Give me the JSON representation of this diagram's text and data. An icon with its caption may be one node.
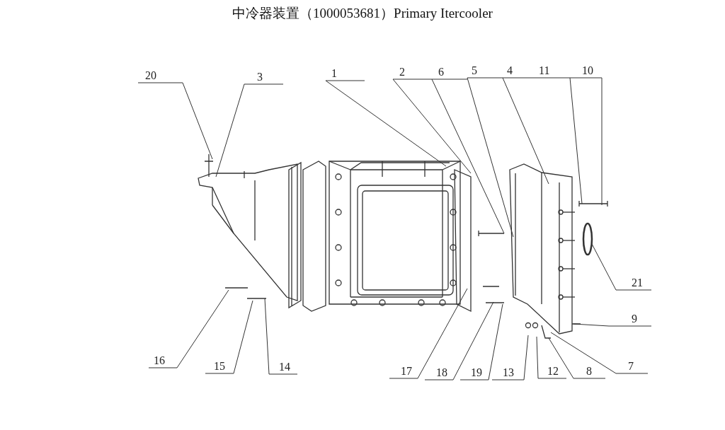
{
  "diagram": {
    "title": "中冷器装置（1000053681）Primary Itercooler",
    "nodes": [
      {
        "text": [
          "20"
        ]
      },
      {
        "text": [
          "3"
        ]
      },
      {
        "text": [
          "1"
        ]
      },
      {
        "text": [
          "2"
        ]
      },
      {
        "text": [
          "6"
        ]
      },
      {
        "text": [
          "5"
        ]
      },
      {
        "text": [
          "4"
        ]
      },
      {
        "text": [
          "11"
        ]
      },
      {
        "text": [
          "10"
        ]
      },
      {
        "text": [
          "21"
        ]
      },
      {
        "text": [
          "9"
        ]
      },
      {
        "text": [
          "16"
        ]
      },
      {
        "text": [
          "15"
        ]
      },
      {
        "text": [
          "14"
        ]
      },
      {
        "text": [
          "17"
        ]
      },
      {
        "text": [
          "18"
        ]
      },
      {
        "text": [
          "19"
        ]
      },
      {
        "text": [
          "13"
        ]
      },
      {
        "text": [
          "12"
        ]
      },
      {
        "text": [
          "8"
        ]
      },
      {
        "text": [
          "7"
        ]
      }
    ],
    "edges": [
      {
        "from": 0,
        "to": null,
        "arrow": "none"
      },
      {
        "from": 1,
        "to": null,
        "arrow": "none"
      },
      {
        "from": 2,
        "to": null,
        "arrow": "none"
      },
      {
        "from": 3,
        "to": null,
        "arrow": "none"
      },
      {
        "from": 4,
        "to": null,
        "arrow": "none"
      },
      {
        "from": 5,
        "to": null,
        "arrow": "none"
      },
      {
        "from": 6,
        "to": null,
        "arrow": "none"
      },
      {
        "from": 7,
        "to": null,
        "arrow": "none"
      },
      {
        "from": 8,
        "to": null,
        "arrow": "none"
      },
      {
        "from": 9,
        "to": null,
        "arrow": "none"
      },
      {
        "from": 10,
        "to": null,
        "arrow": "none"
      },
      {
        "from": 11,
        "to": null,
        "arrow": "none"
      },
      {
        "from": 12,
        "to": null,
        "arrow": "none"
      },
      {
        "from": 13,
        "to": null,
        "arrow": "none"
      },
      {
        "from": 14,
        "to": null,
        "arrow": "none"
      },
      {
        "from": 15,
        "to": null,
        "arrow": "none"
      },
      {
        "from": 16,
        "to": null,
        "arrow": "none"
      },
      {
        "from": 17,
        "to": null,
        "arrow": "none"
      },
      {
        "from": 18,
        "to": null,
        "arrow": "none"
      },
      {
        "from": 19,
        "to": null,
        "arrow": "none"
      },
      {
        "from": 20,
        "to": null,
        "arrow": "none"
      }
    ]
  }
}
